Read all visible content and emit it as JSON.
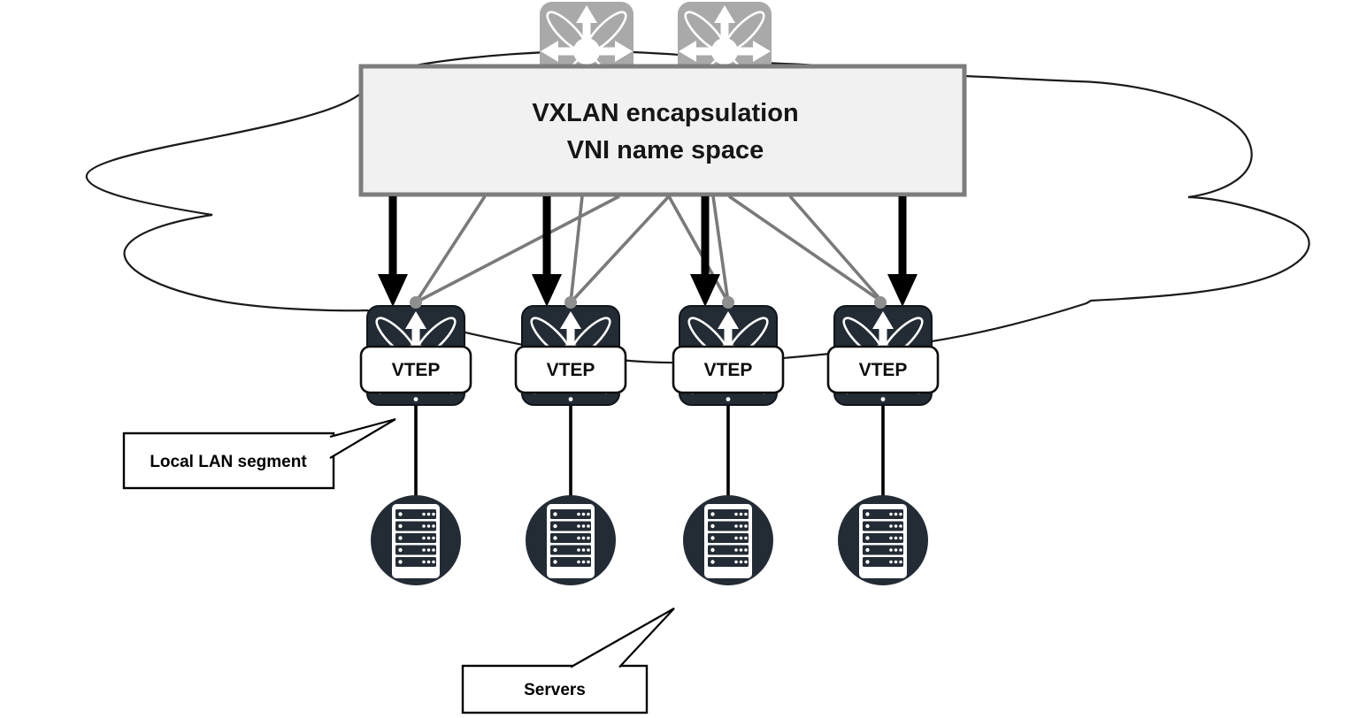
{
  "diagram": {
    "title_box": {
      "line1": "VXLAN encapsulation",
      "line2": "VNI name space"
    },
    "vteps": [
      {
        "label": "VTEP"
      },
      {
        "label": "VTEP"
      },
      {
        "label": "VTEP"
      },
      {
        "label": "VTEP"
      }
    ],
    "callouts": {
      "lan": "Local LAN segment",
      "servers": "Servers"
    },
    "icons": {
      "top": "nexus-switch-icon",
      "vtep": "vxlan-switch-icon",
      "server": "server-rack-icon"
    },
    "colors": {
      "box_fill": "#f1f1f2",
      "box_border": "#7d7d7d",
      "top_icon_gray": "#a9a9a9",
      "dark_icon": "#232b35",
      "mesh_gray": "#7a7a7a",
      "mesh_dot": "#8f8f8f",
      "cloud_stroke": "#1a1a1a",
      "arrow_black": "#000000"
    }
  }
}
